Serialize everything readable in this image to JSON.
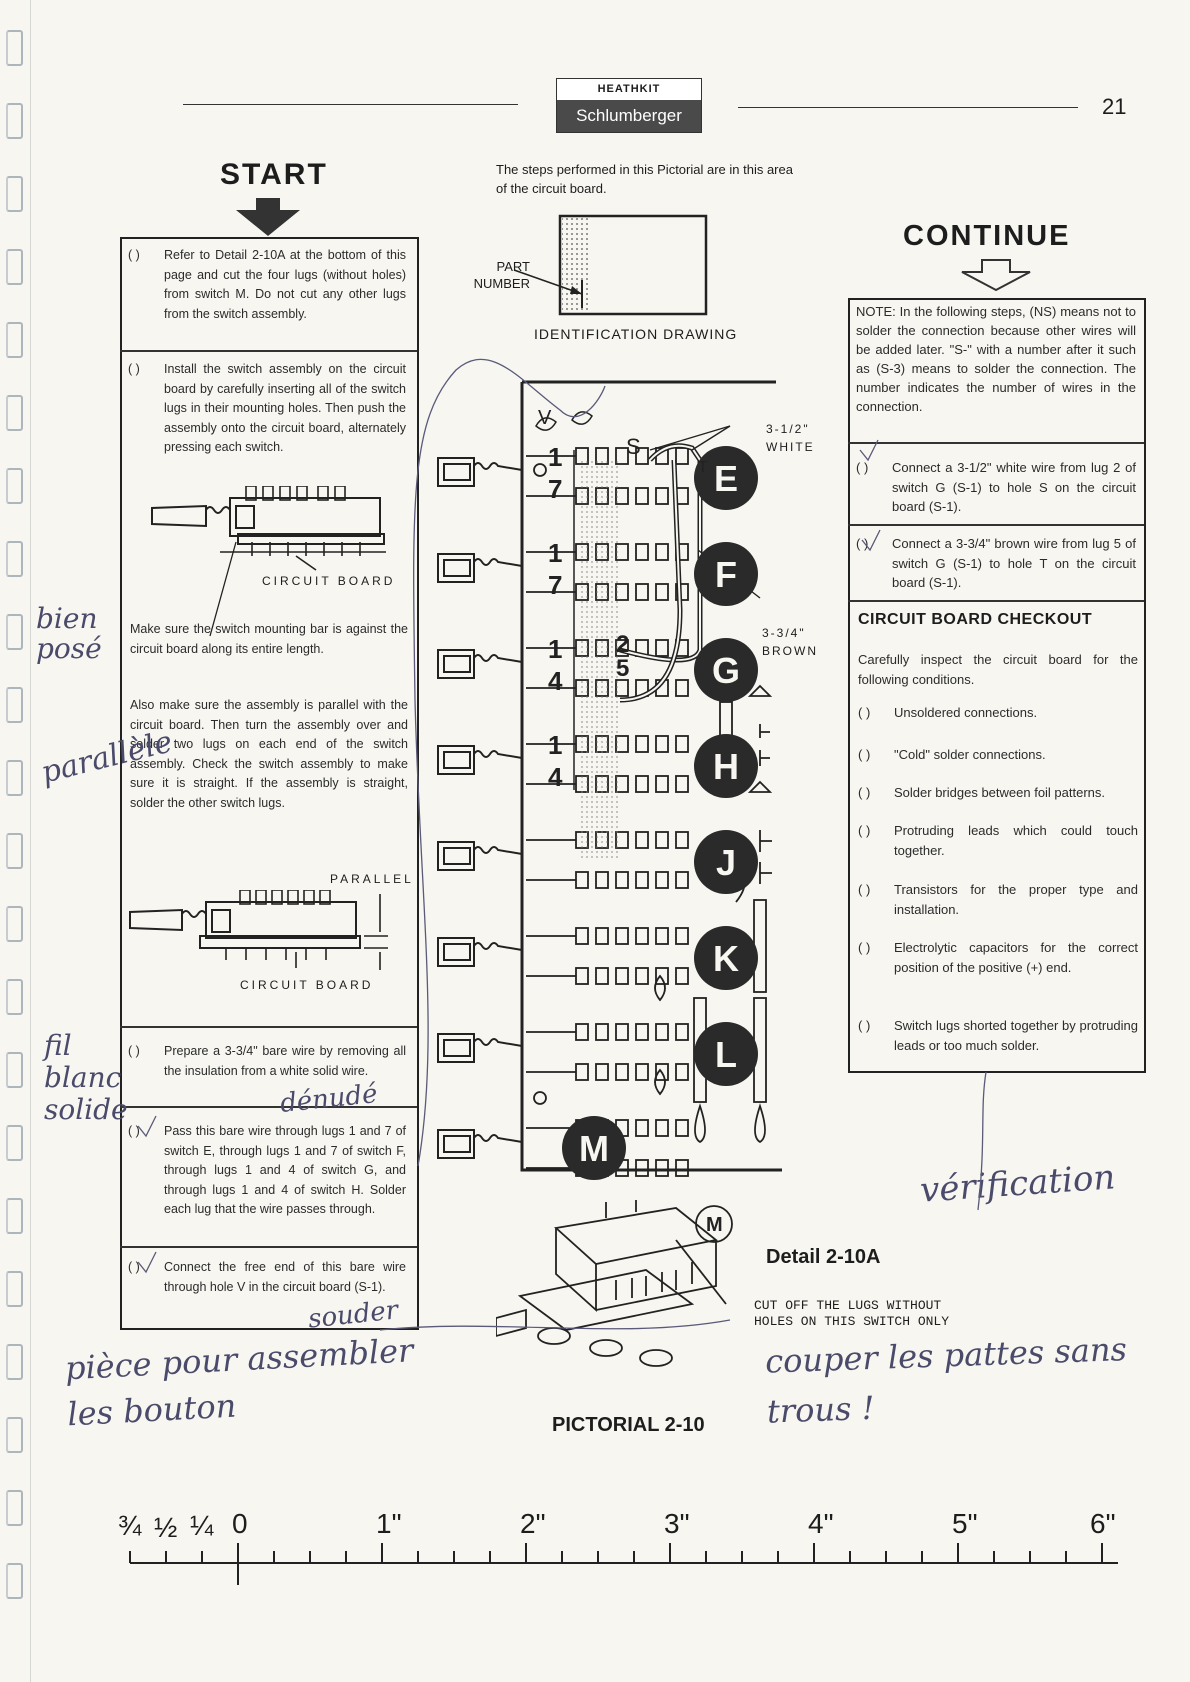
{
  "header": {
    "brand_top": "HEATHKIT",
    "brand_bottom": "Schlumberger",
    "page_number": "21"
  },
  "start": {
    "title": "START"
  },
  "continue": {
    "title": "CONTINUE"
  },
  "identification": {
    "intro": "The steps performed in this Pictorial are in this area of the circuit board.",
    "part_label": "PART NUMBER",
    "caption": "IDENTIFICATION DRAWING"
  },
  "left_steps": [
    {
      "check": "( )",
      "text": "Refer to Detail 2-10A at the bottom of this page and cut the four lugs (without holes) from switch M. Do not cut any other lugs from the switch assembly."
    },
    {
      "check": "( )",
      "text": "Install the switch assembly on the circuit board by carefully inserting all of the switch lugs in their mounting holes. Then push the assembly onto the circuit board, alternately pressing each switch."
    },
    {
      "check": "( )",
      "text": "Prepare a 3-3/4\" bare wire by removing all the insulation from a white solid wire."
    },
    {
      "check": "( )",
      "text": "Pass this bare wire through lugs 1 and 7 of switch E, through lugs 1 and 7 of switch F, through lugs 1 and 4 of switch G, and through lugs 1 and 4 of switch H. Solder each lug that the wire passes through."
    },
    {
      "check": "( )",
      "text": "Connect the free end of this bare wire through hole V in the circuit board (S-1)."
    }
  ],
  "left_notes": {
    "circuit_board_1": "CIRCUIT BOARD",
    "mount_note": "Make sure the switch mounting bar is against the circuit board along its entire length.",
    "parallel_note": "Also make sure the assembly is parallel with the circuit board. Then turn the assembly over and solder two lugs on each end of the switch assembly. Check the switch assembly to make sure it is straight. If the assembly is straight, solder the other switch lugs.",
    "parallel_label": "PARALLEL",
    "circuit_board_2": "CIRCUIT BOARD"
  },
  "right": {
    "note": "NOTE: In the following steps, (NS) means not to solder the connection because other wires will be added later. \"S-\" with a number after it such as (S-3) means to solder the connection. The number indicates the number of wires in the connection.",
    "steps": [
      {
        "check": "( )",
        "text": "Connect a 3-1/2\" white wire from lug 2 of switch G (S-1) to hole S on the circuit board (S-1)."
      },
      {
        "check": "( )",
        "text": "Connect a 3-3/4\" brown wire from lug 5 of switch G (S-1) to hole T on the circuit board (S-1)."
      }
    ],
    "checkout_title": "CIRCUIT BOARD CHECKOUT",
    "checkout_intro": "Carefully inspect the circuit board for the following conditions.",
    "checkout_items": [
      {
        "check": "( )",
        "text": "Unsoldered connections."
      },
      {
        "check": "( )",
        "text": "\"Cold\" solder connections."
      },
      {
        "check": "( )",
        "text": "Solder bridges between foil patterns."
      },
      {
        "check": "( )",
        "text": "Protruding leads which could touch together."
      },
      {
        "check": "( )",
        "text": "Transistors for the proper type and installation."
      },
      {
        "check": "( )",
        "text": "Electrolytic capacitors for the correct position of the positive (+) end."
      },
      {
        "check": "( )",
        "text": "Switch lugs shorted together by protruding leads or too much solder."
      }
    ]
  },
  "pictorial": {
    "wire_white": "3-1/2\" WHITE",
    "wire_brown": "3-3/4\" BROWN",
    "label_v": "V",
    "label_s": "S",
    "label_t": "T",
    "switches": [
      "E",
      "F",
      "G",
      "H",
      "J",
      "K",
      "L",
      "M"
    ],
    "lug_numbers": [
      "1",
      "7",
      "1",
      "7",
      "1",
      "4",
      "1",
      "4"
    ],
    "g_lugs": [
      "2",
      "5"
    ],
    "caption": "PICTORIAL 2-10"
  },
  "detail": {
    "title": "Detail 2-10A",
    "switch_label": "M",
    "note": "CUT OFF THE LUGS WITHOUT HOLES ON THIS SWITCH ONLY"
  },
  "handwriting": {
    "h1": "bien posé",
    "h2": "parallèle",
    "h3": "fil blanc solide",
    "h4": "dénudé",
    "h5": "souder",
    "h6": "pièce pour assembler les bouton",
    "h7": "vérification",
    "h8": "couper les pattes sans trous !"
  },
  "ruler": {
    "fractions": [
      "¾",
      "½",
      "¼"
    ],
    "inches": [
      "0",
      "1\"",
      "2\"",
      "3\"",
      "4\"",
      "5\"",
      "6\""
    ]
  }
}
